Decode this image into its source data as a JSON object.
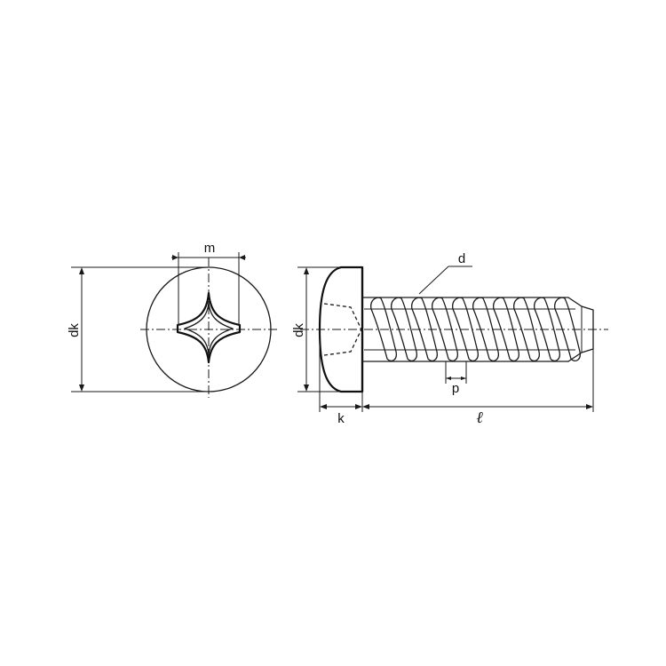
{
  "labels": {
    "dk": "dk",
    "m": "m",
    "d": "d",
    "k": "k",
    "p": "p",
    "l": "ℓ"
  }
}
